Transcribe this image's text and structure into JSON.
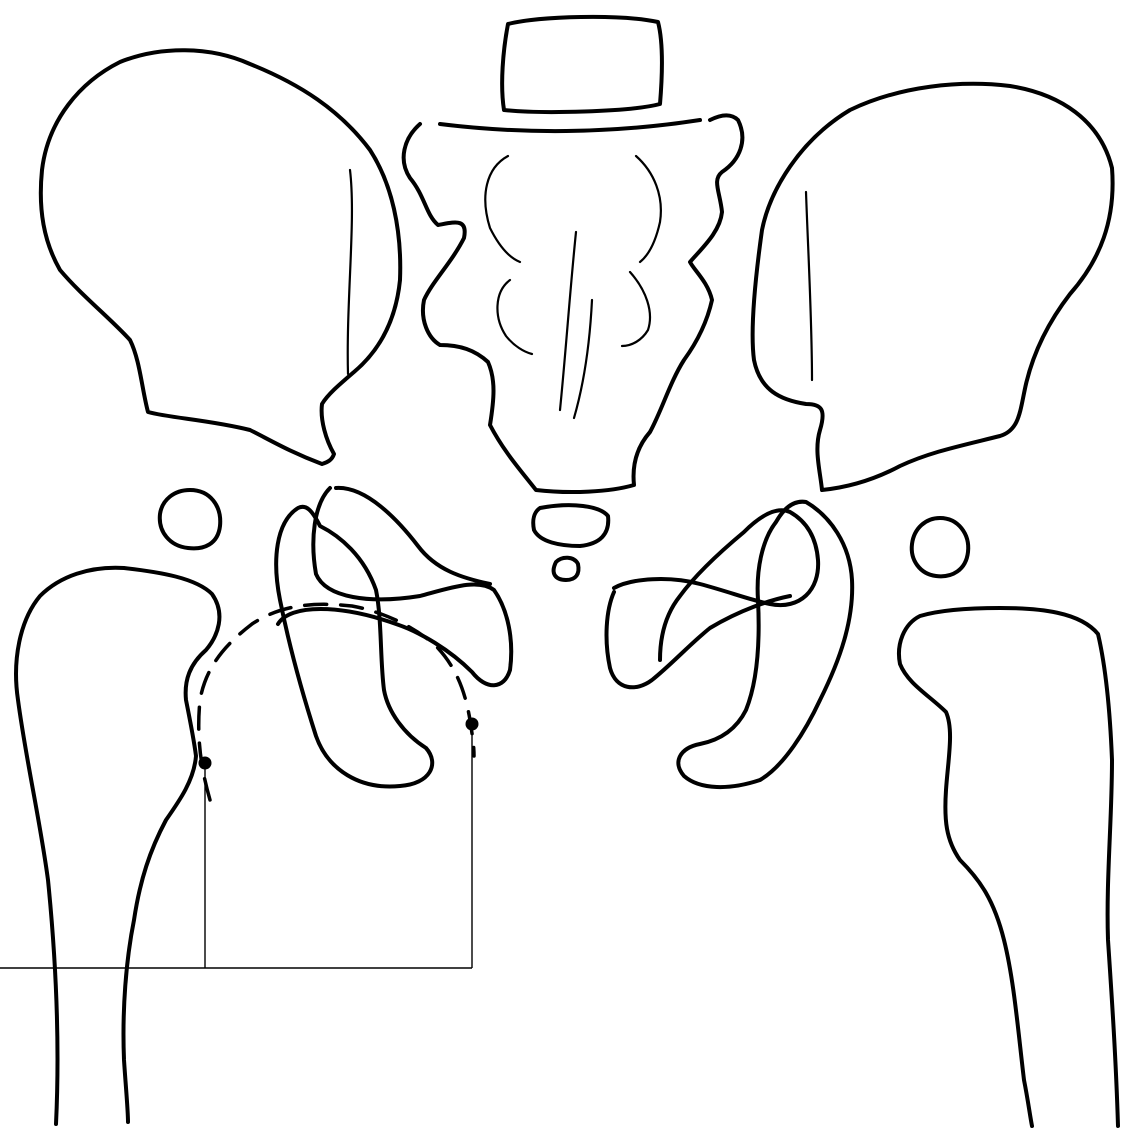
{
  "figure": {
    "subject": "pelvis-hip-line-drawing",
    "stroke_color": "#000000",
    "background_color": "#ffffff",
    "markers": [
      {
        "name": "point-left-femoral-neck"
      },
      {
        "name": "point-acetabular-rim"
      }
    ]
  }
}
